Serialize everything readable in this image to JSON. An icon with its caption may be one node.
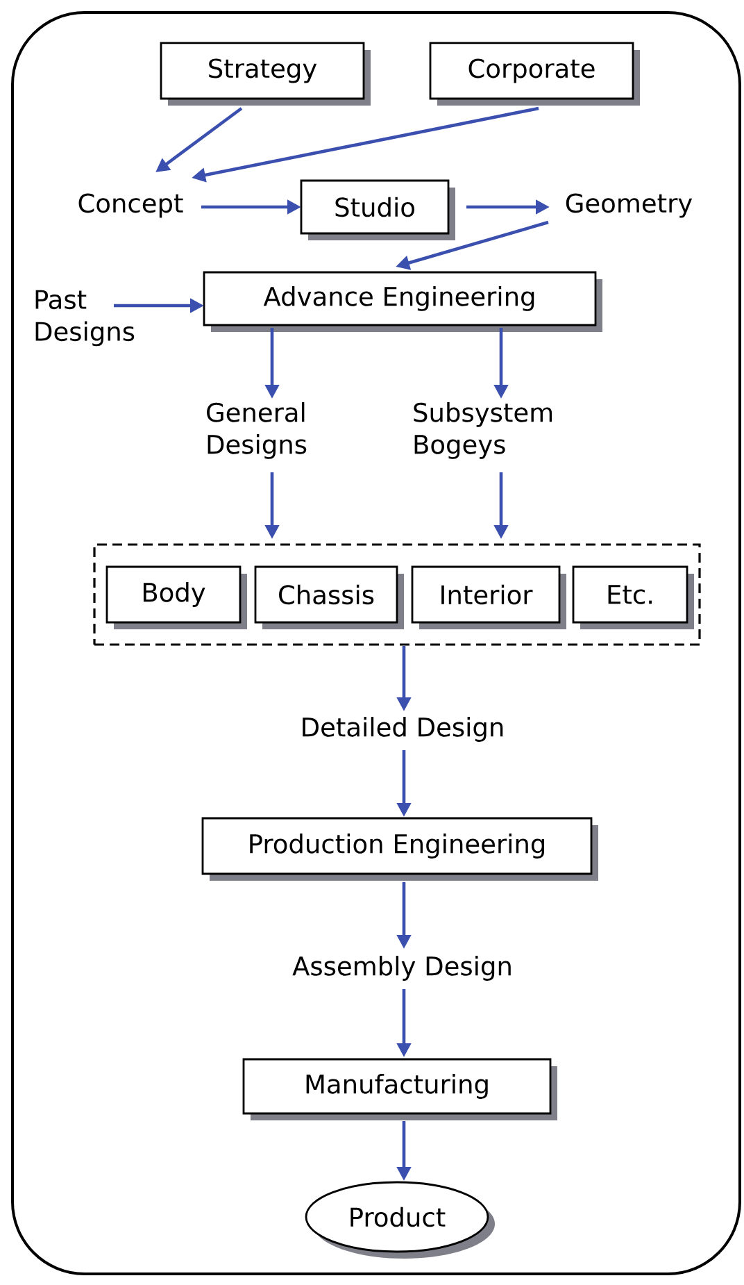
{
  "diagram": {
    "nodes": [
      {
        "text": [
          "Strategy"
        ]
      },
      {
        "text": [
          "Corporate"
        ]
      },
      {
        "text": [
          "Concept"
        ]
      },
      {
        "text": [
          "Studio"
        ]
      },
      {
        "text": [
          "Geometry"
        ]
      },
      {
        "text": [
          "Past Designs"
        ]
      },
      {
        "text": [
          "Advance Engineering"
        ]
      },
      {
        "text": [
          "General Designs"
        ]
      },
      {
        "text": [
          "Subsystem Bogeys"
        ]
      },
      {
        "text": [],
        "shape": "box"
      },
      {
        "text": [
          "Body"
        ],
        "in": 9
      },
      {
        "text": [
          "Chassis"
        ],
        "in": 9
      },
      {
        "text": [
          "Interior"
        ],
        "in": 9
      },
      {
        "text": [
          "Etc."
        ],
        "in": 9
      },
      {
        "text": [
          "Detailed Design"
        ]
      },
      {
        "text": [
          "Production Engineering"
        ]
      },
      {
        "text": [
          "Assembly Design"
        ]
      },
      {
        "text": [
          "Manufacturing"
        ]
      },
      {
        "text": [
          "Product"
        ]
      }
    ],
    "edges": [
      {
        "from": 0,
        "to": 2,
        "arrow": "to"
      },
      {
        "from": 1,
        "to": 2,
        "arrow": "to"
      },
      {
        "from": 2,
        "to": 3,
        "arrow": "to"
      },
      {
        "from": 3,
        "to": 4,
        "arrow": "to"
      },
      {
        "from": 4,
        "to": 6,
        "arrow": "to"
      },
      {
        "from": 5,
        "to": 6,
        "arrow": "to"
      },
      {
        "from": 6,
        "to": 7,
        "arrow": "to"
      },
      {
        "from": 6,
        "to": 8,
        "arrow": "to"
      },
      {
        "from": 7,
        "to": 9,
        "arrow": "to"
      },
      {
        "from": 8,
        "to": 9,
        "arrow": "to"
      },
      {
        "from": 9,
        "to": 14,
        "arrow": "to"
      },
      {
        "from": 14,
        "to": 15,
        "arrow": "to"
      },
      {
        "from": 15,
        "to": 16,
        "arrow": "to"
      },
      {
        "from": 16,
        "to": 17,
        "arrow": "to"
      },
      {
        "from": 17,
        "to": 18,
        "arrow": "to"
      }
    ]
  }
}
